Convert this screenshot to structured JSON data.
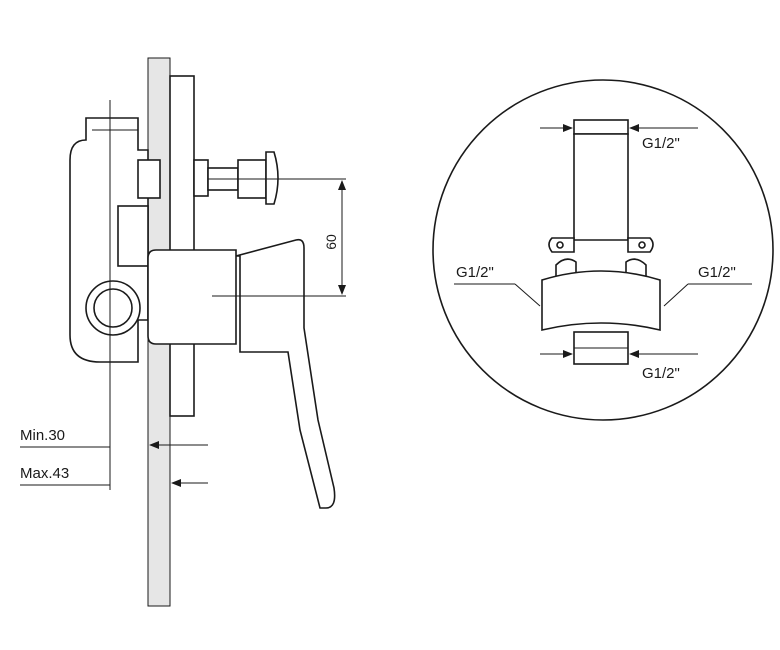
{
  "side_view": {
    "label_min": "Min.30",
    "label_max": "Max.43",
    "dimension_height": "60"
  },
  "detail_view": {
    "thread_top": "G1/2\"",
    "thread_left": "G1/2\"",
    "thread_right": "G1/2\"",
    "thread_bottom": "G1/2\""
  },
  "colors": {
    "line": "#1a1a1a",
    "wall_fill": "#e6e6e6",
    "background": "#ffffff"
  }
}
